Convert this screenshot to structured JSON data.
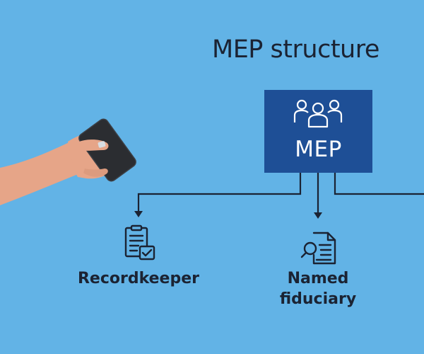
{
  "diagram": {
    "title": "MEP structure",
    "root": {
      "label": "MEP",
      "icon": "people-group-icon"
    },
    "children": [
      {
        "label": "Recordkeeper",
        "icon": "clipboard-check-icon"
      },
      {
        "label": "Named fiduciary",
        "icon": "document-search-icon"
      }
    ]
  },
  "colors": {
    "background": "#62b3e6",
    "box": "#1e4f96",
    "text": "#1b2333",
    "lines": "#1b2333",
    "skin": "#e6a588",
    "phone": "#2b2d31"
  }
}
